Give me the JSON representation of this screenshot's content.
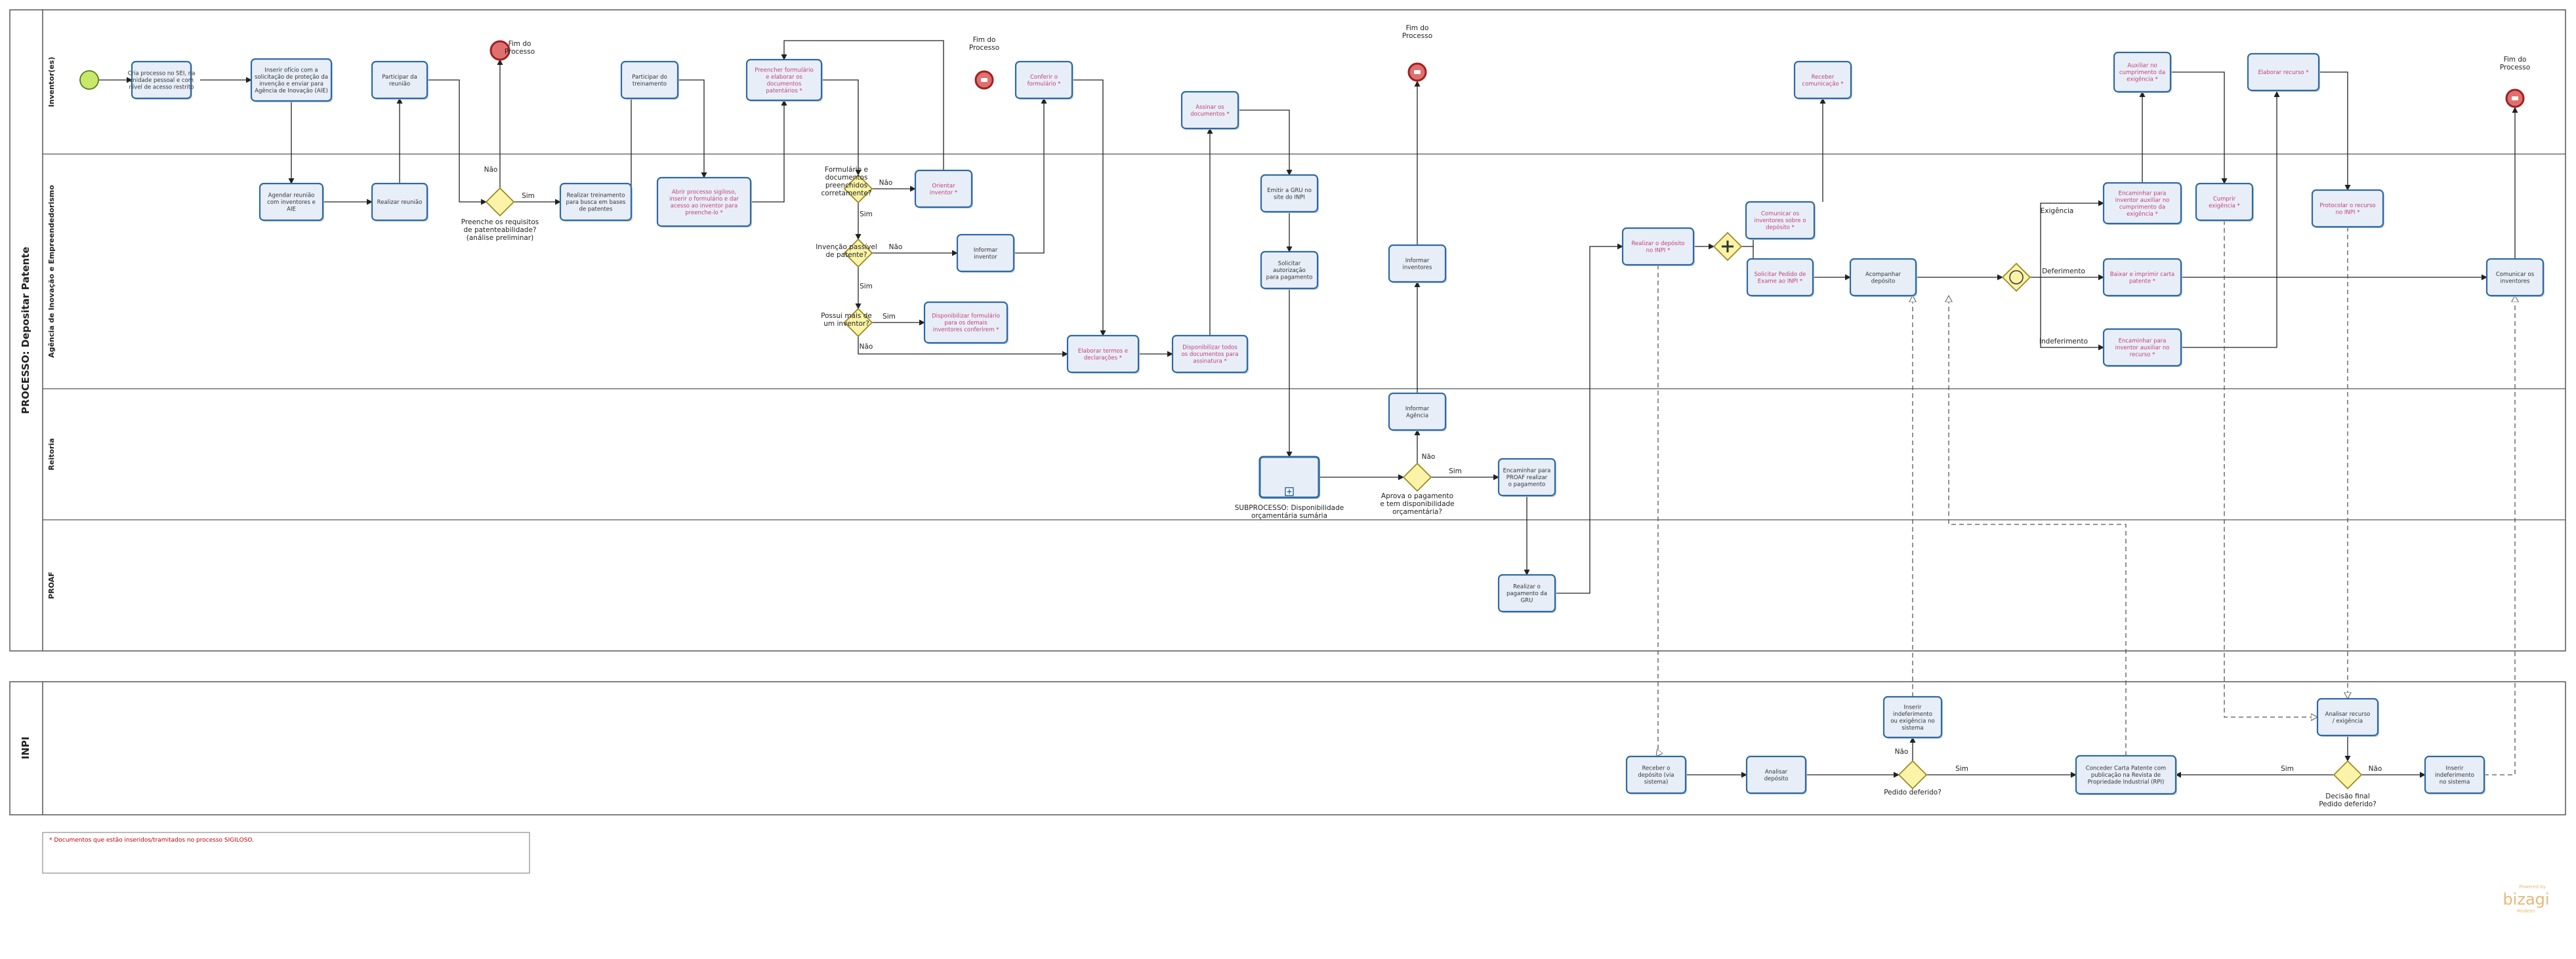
{
  "pools": [
    {
      "key": "pool-main",
      "name": "PROCESSO: Depositar Patente"
    },
    {
      "key": "pool-inpi",
      "name": "INPI"
    }
  ],
  "lanes": [
    {
      "key": "inventores",
      "name": "Inventor(es)"
    },
    {
      "key": "agencia",
      "name": "Agência de Inovação e Empreendedorismo"
    },
    {
      "key": "reitoria",
      "name": "Reitoria"
    },
    {
      "key": "proaf",
      "name": "PROAF"
    }
  ],
  "tasks": [
    {
      "id": "t_cria",
      "lines": [
        "Cria processo no SEI, na",
        "unidade pessoal e com",
        "nível de acesso restrito"
      ],
      "color": "#333333"
    },
    {
      "id": "t_insere",
      "lines": [
        "Inserir ofício com a",
        "solicitação de proteção da",
        "invenção e enviar para",
        "Agência de Inovação (AIE)"
      ],
      "color": "#333333"
    },
    {
      "id": "t_agendar",
      "lines": [
        "Agendar reunião",
        "com inventores e",
        "AIE"
      ],
      "color": "#333333"
    },
    {
      "id": "t_realizar_reuniao",
      "lines": [
        "Realizar reunião"
      ],
      "color": "#333333"
    },
    {
      "id": "t_participar_reuniao",
      "lines": [
        "Participar da",
        "reunião"
      ],
      "color": "#333333"
    },
    {
      "id": "t_realizar_treinamento",
      "lines": [
        "Realizar treinamento",
        "para busca em bases",
        "de patentes"
      ],
      "color": "#333333"
    },
    {
      "id": "t_participar_treinamento",
      "lines": [
        "Participar do",
        "treinamento"
      ],
      "color": "#333333"
    },
    {
      "id": "t_abrir_sigiloso",
      "lines": [
        "Abrir processo sigiloso,",
        "inserir o formulário e dar",
        "acesso ao inventor para",
        "preenche-lo *"
      ],
      "color": "#c2407a"
    },
    {
      "id": "t_preencher_formulario",
      "lines": [
        "Preencher formulário",
        "e elaborar os",
        "documentos",
        "patentários *"
      ],
      "color": "#c2407a"
    },
    {
      "id": "t_orientar",
      "lines": [
        "Orientar",
        "inventor *"
      ],
      "color": "#c2407a"
    },
    {
      "id": "t_informar_inventor",
      "lines": [
        "Informar",
        "inventor"
      ],
      "color": "#333333"
    },
    {
      "id": "t_disponibilizar_formulario",
      "lines": [
        "Disponibilizar formulário",
        "para os demais",
        "inventores conferirem *"
      ],
      "color": "#c2407a"
    },
    {
      "id": "t_conferir_formulario",
      "lines": [
        "Conferir o",
        "formulário *"
      ],
      "color": "#c2407a"
    },
    {
      "id": "t_elaborar_termos",
      "lines": [
        "Elaborar termos e",
        "declarações *"
      ],
      "color": "#c2407a"
    },
    {
      "id": "t_disponibilizar_docs",
      "lines": [
        "Disponibilizar todos",
        "os documentos para",
        "assinatura *"
      ],
      "color": "#c2407a"
    },
    {
      "id": "t_assinar",
      "lines": [
        "Assinar os",
        "documentos *"
      ],
      "color": "#c2407a"
    },
    {
      "id": "t_emitir_gru",
      "lines": [
        "Emitir a GRU no",
        "site do INPI"
      ],
      "color": "#333333"
    },
    {
      "id": "t_solicitar_autorizacao",
      "lines": [
        "Solicitar",
        "autorização",
        "para pagamento"
      ],
      "color": "#333333"
    },
    {
      "id": "t_informar_inventores",
      "lines": [
        "Informar",
        "inventores"
      ],
      "color": "#333333"
    },
    {
      "id": "t_informar_agencia",
      "lines": [
        "Informar",
        "Agência"
      ],
      "color": "#333333"
    },
    {
      "id": "t_encaminhar_proaf",
      "lines": [
        "Encaminhar para",
        "PROAF realizar",
        "o pagamento"
      ],
      "color": "#333333"
    },
    {
      "id": "t_realizar_pagamento",
      "lines": [
        "Realizar o",
        "pagamento da",
        "GRU"
      ],
      "color": "#333333"
    },
    {
      "id": "t_realizar_deposito",
      "lines": [
        "Realizar o depósito",
        "no INPI *"
      ],
      "color": "#c2407a"
    },
    {
      "id": "t_comunicar_inventores_dep",
      "lines": [
        "Comunicar os",
        "inventores sobre o",
        "depósito *"
      ],
      "color": "#c2407a"
    },
    {
      "id": "t_receber_comunicacao",
      "lines": [
        "Receber",
        "comunicação *"
      ],
      "color": "#c2407a"
    },
    {
      "id": "t_solicitar_exame",
      "lines": [
        "Solicitar Pedido de",
        "Exame ao INPI *"
      ],
      "color": "#c2407a"
    },
    {
      "id": "t_acompanhar",
      "lines": [
        "Acompanhar",
        "depósito"
      ],
      "color": "#333333"
    },
    {
      "id": "t_encaminhar_exigencia",
      "lines": [
        "Encaminhar para",
        "inventor auxiliar no",
        "cumprimento da",
        "exigência *"
      ],
      "color": "#c2407a"
    },
    {
      "id": "t_auxiliar_exigencia",
      "lines": [
        "Auxiliar no",
        "cumprimento da",
        "exigência *"
      ],
      "color": "#c2407a"
    },
    {
      "id": "t_cumprir_exigencia",
      "lines": [
        "Cumprir",
        "exigência *"
      ],
      "color": "#c2407a"
    },
    {
      "id": "t_baixar_carta",
      "lines": [
        "Baixar e imprimir carta",
        "patente *"
      ],
      "color": "#c2407a"
    },
    {
      "id": "t_encaminhar_recurso",
      "lines": [
        "Encaminhar para",
        "inventor auxiliar no",
        "recurso *"
      ],
      "color": "#c2407a"
    },
    {
      "id": "t_elaborar_recurso",
      "lines": [
        "Elaborar recurso *"
      ],
      "color": "#c2407a"
    },
    {
      "id": "t_protocolar_recurso",
      "lines": [
        "Protocolar o recurso",
        "no INPI *"
      ],
      "color": "#c2407a"
    },
    {
      "id": "t_comunicar_inventores",
      "lines": [
        "Comunicar os",
        "inventores"
      ],
      "color": "#333333"
    },
    {
      "id": "t_receber_deposito",
      "lines": [
        "Receber o",
        "depósito (via",
        "sistema)"
      ],
      "color": "#333333"
    },
    {
      "id": "t_analisar_deposito",
      "lines": [
        "Analisar",
        "depósito"
      ],
      "color": "#333333"
    },
    {
      "id": "t_inserir_indef_exig",
      "lines": [
        "Inserir",
        "indeferimento",
        "ou exigência no",
        "sistema"
      ],
      "color": "#333333"
    },
    {
      "id": "t_conceder_carta",
      "lines": [
        "Conceder Carta Patente com",
        "publicação na Revista de",
        "Propriedade Industrial (RPI)"
      ],
      "color": "#333333"
    },
    {
      "id": "t_analisar_recurso",
      "lines": [
        "Analisar recurso",
        "/ exigência"
      ],
      "color": "#333333"
    },
    {
      "id": "t_inserir_indef",
      "lines": [
        "Inserir",
        "indeferimento",
        "no sistema"
      ],
      "color": "#333333"
    }
  ],
  "subprocess": {
    "lines": [
      "SUBPROCESSO: Disponibilidade",
      "orçamentária sumária"
    ]
  },
  "gateways": [
    {
      "id": "g_requisitos",
      "lines": [
        "Preenche os requisitos",
        "de patenteabilidade?",
        "(análise preliminar)"
      ]
    },
    {
      "id": "g_formulario",
      "lines": [
        "Formulário e",
        "documentos",
        "preenchidos",
        "corretamente?"
      ]
    },
    {
      "id": "g_invencao",
      "lines": [
        "Invenção passível",
        "de patente?"
      ]
    },
    {
      "id": "g_mais_inventor",
      "lines": [
        "Possui mais de",
        "um inventor?"
      ]
    },
    {
      "id": "g_aprova_pagamento",
      "lines": [
        "Aprova o pagamento",
        "e tem disponibilidade",
        "orçamentária?"
      ]
    },
    {
      "id": "g_pedido_deferido",
      "lines": [
        "Pedido deferido?"
      ]
    },
    {
      "id": "g_decisao_final",
      "lines": [
        "Decisão  final",
        "Pedido deferido?"
      ]
    }
  ],
  "end_labels": [
    "Fim do",
    "Processo"
  ],
  "flow_labels": {
    "sim": "Sim",
    "nao": "Não",
    "exigencia": "Exigência",
    "deferimento": "Deferimento",
    "indeferimento": "Indeferimento"
  },
  "footnote": "* Documentos que estão inseridos/tramitados no processo SIGILOSO.",
  "logo": {
    "powered_by": "Powered by",
    "brand": "bizagi",
    "sub": "Modeler"
  },
  "colors": {
    "task_fill": "#e8eef8",
    "task_stroke": "#2f6aa3",
    "gateway_fill": "#fbf3a8",
    "gateway_stroke": "#9a8a20",
    "start_fill": "#c8e86a",
    "end_fill": "#e07070",
    "pink_text": "#c2407a",
    "arrow": "#222222"
  }
}
